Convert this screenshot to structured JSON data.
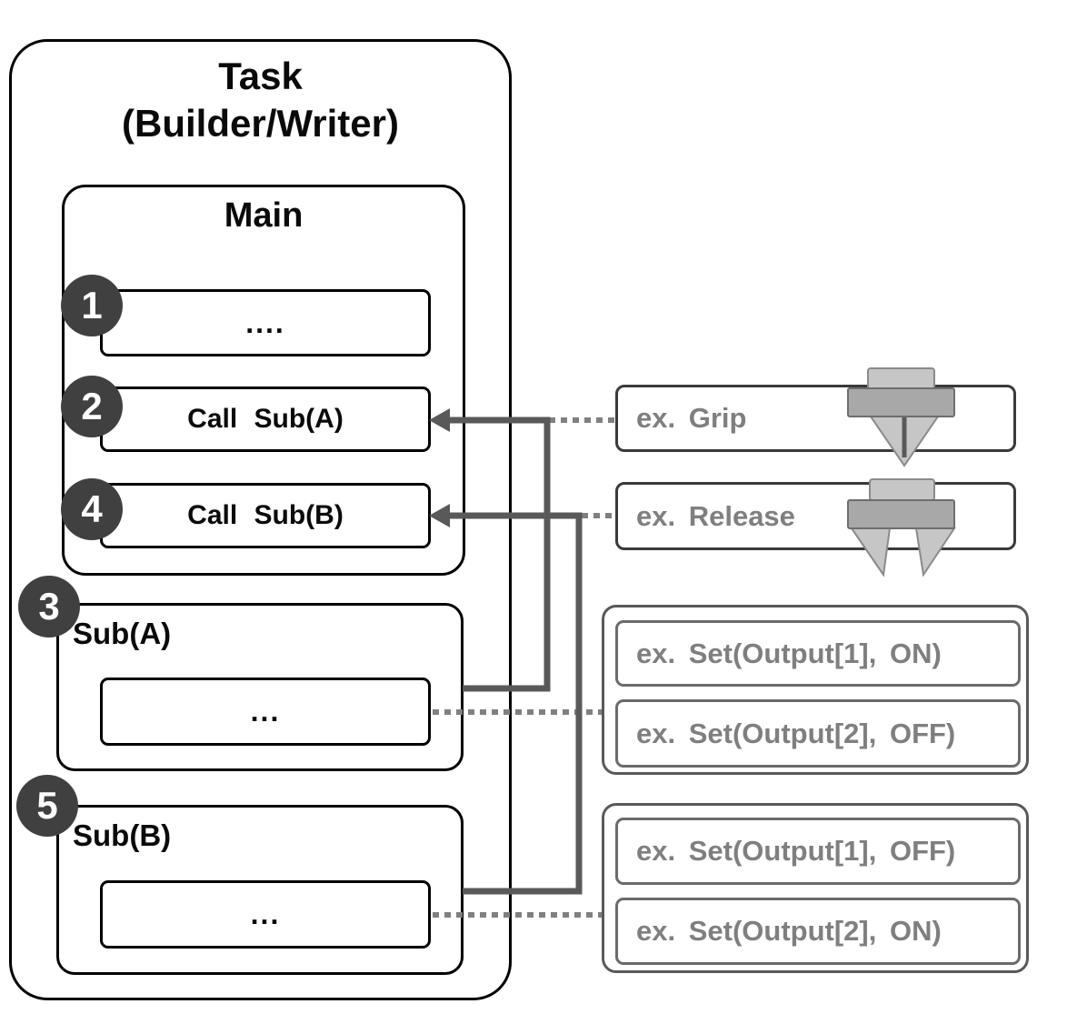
{
  "diagram": {
    "task": {
      "title_line1": "Task",
      "title_line2": "(Builder/Writer)"
    },
    "main": {
      "label": "Main",
      "steps": [
        {
          "badge": "1",
          "label": "...."
        },
        {
          "badge": "2",
          "label": "Call Sub(A)"
        },
        {
          "badge": "4",
          "label": "Call Sub(B)"
        }
      ]
    },
    "subroutines": [
      {
        "badge": "3",
        "title": "Sub(A)",
        "body": "..."
      },
      {
        "badge": "5",
        "title": "Sub(B)",
        "body": "..."
      }
    ],
    "examples": {
      "grip": {
        "label": "ex. Grip",
        "icon": "gripper-closed-icon"
      },
      "release": {
        "label": "ex. Release",
        "icon": "gripper-open-icon"
      },
      "groupA": [
        "ex. Set(Output[1], ON)",
        "ex. Set(Output[2], OFF)"
      ],
      "groupB": [
        "ex. Set(Output[1], OFF)",
        "ex. Set(Output[2], ON)"
      ]
    },
    "colors": {
      "outline": "#000000",
      "connector": "#595959",
      "dotted_line": "#808080",
      "muted_text": "#7f7f7f",
      "badge_bg": "#404040",
      "badge_text": "#ffffff",
      "icon_light_gray": "#c6c6c6",
      "icon_mid_gray": "#a8a8a8"
    }
  }
}
